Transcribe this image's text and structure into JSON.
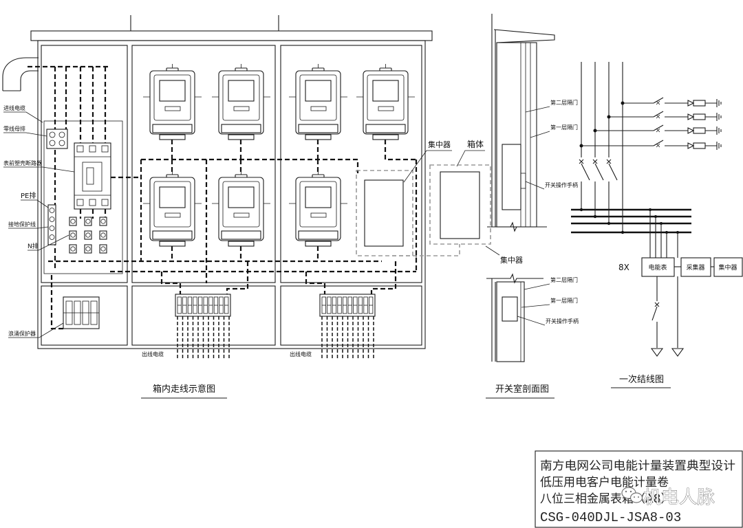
{
  "page": {
    "background": "#ffffff",
    "line_color": "#1a1a1a"
  },
  "cabinet": {
    "caption": "箱内走线示意图",
    "incoming_cable": "进线电缆",
    "neutral_busbar": "零线母排",
    "meter_breaker": "表前塑壳断路器",
    "pe_bar": "PE排",
    "ground_wire": "接地保护线",
    "n_bar": "N排",
    "surge_protector": "浪涌保护器",
    "outgoing_cable_left": "出线电缆",
    "outgoing_cable_right": "出线电缆",
    "concentrator": "集中器",
    "enclosure": "箱体",
    "concentrator_lower": "集中器"
  },
  "section": {
    "caption": "开关室剖面图",
    "upper_labels": [
      "第二层隔门",
      "第一层隔门",
      "开关操作手柄"
    ],
    "lower_labels": [
      "第二层隔门",
      "第一层隔门",
      "开关操作手柄"
    ]
  },
  "single_line": {
    "caption": "一次结线图",
    "multiplier": "8X",
    "boxes": [
      "电能表",
      "采集器",
      "集中器"
    ]
  },
  "title_block": {
    "line1": "南方电网公司电能计量装置典型设计",
    "line2": "低压用电客户电能计量卷",
    "line3": "八位三相金属表箱（A8）",
    "code": "CSG-040DJL-JSA8-03"
  },
  "watermark": {
    "text": "机电人脉",
    "icon": "wechat-icon"
  }
}
